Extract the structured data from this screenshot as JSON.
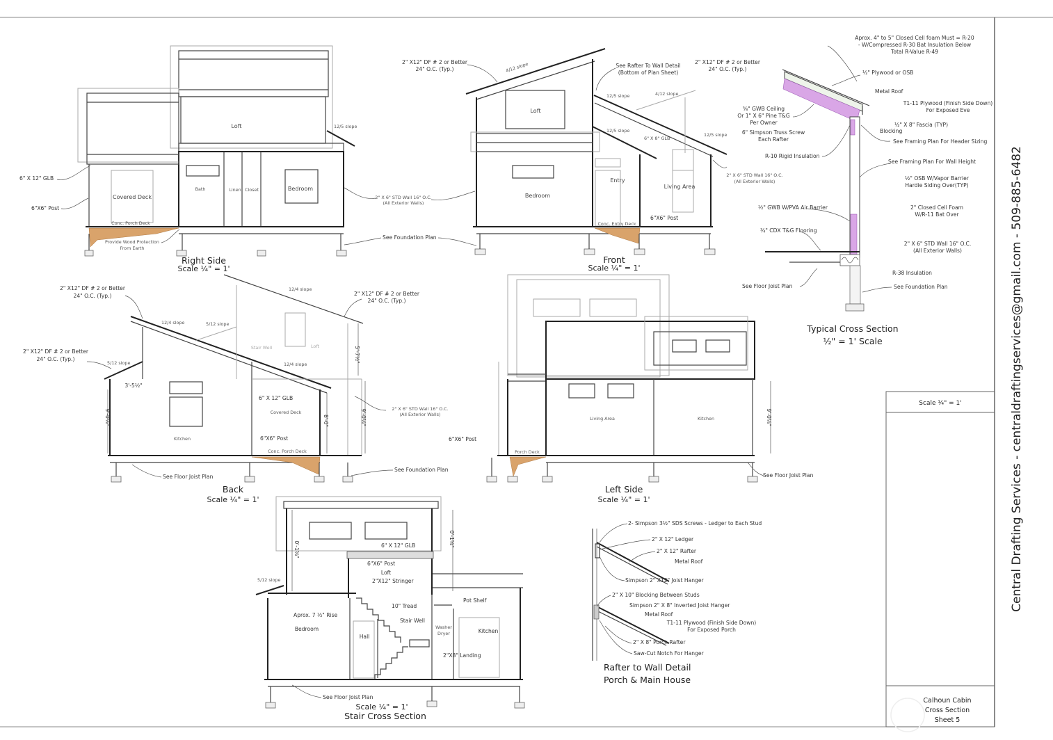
{
  "sheet": {
    "firm_banner": "Central Drafting Services - centraldraftingservices@gmail.com - 509-885-6482",
    "title_block": {
      "scale": "Scale ¼\" = 1'",
      "project": "Calhoun Cabin",
      "sheet_name": "Cross Section",
      "sheet_number": "Sheet 5"
    }
  },
  "views": {
    "right_side": {
      "title": "Right Side",
      "scale": "Scale ¼\" = 1'",
      "labels": [
        "6\" X 12\" GLB",
        "6\"X6\" Post",
        "Covered Deck",
        "Conc. Porch Deck",
        "Provide Wood Protection",
        "From Earth",
        "Loft",
        "Bath",
        "Linen",
        "Closet",
        "Bedroom"
      ],
      "slopes": [
        "12/5 slope"
      ]
    },
    "shared": {
      "labels": [
        "2\" X 6\" STD Wall 16\" O.C.",
        "(All Exterior Walls)",
        "See Foundation Plan"
      ]
    },
    "front": {
      "title": "Front",
      "scale": "Scale ¼\" = 1'",
      "labels": [
        "2\" X12\" DF # 2 or Better",
        "24\" O.C. (Typ.)",
        "See Rafter To Wall Detail",
        "(Bottom of Plan Sheet)",
        "2\" X12\" DF # 2 or Better",
        "24\" O.C. (Typ.)",
        "Loft",
        "Bedroom",
        "Entry",
        "Living Area",
        "6\" X 8\" GLB",
        "6\"X6\" Post",
        "Conc. Entry Deck",
        "2\" X 6\" STD Wall 16\" O.C.",
        "(All Exterior Walls)"
      ],
      "slopes": [
        "4/12 slope",
        "12/5 slope",
        "12/5 slope",
        "4/12 slope",
        "12/5 slope"
      ]
    },
    "typical_cross_section": {
      "title": "Typical Cross Section",
      "scale": "½\" = 1' Scale",
      "labels": [
        "Aprox. 4\" to 5\" Closed Cell foam Must = R-20",
        "- W/Compressed R-30 Bat Insulation Below",
        "Total R-Value R-49",
        "½\" Plywood or OSB",
        "Metal Roof",
        "T1-11 Plywood (Finish Side Down)",
        "For Exposed Eve",
        "⅝\" GWB Ceiling",
        "Or 1\" X 6\" Pine T&G",
        "Per Owner",
        "½\" X 8\" Fascia (TYP)",
        "Blocking",
        "6\" Simpson Truss Screw",
        "Each Rafter",
        "See Framing Plan For Header Sizing",
        "R-10 Rigid Insulation",
        "See Framing Plan For Wall Height",
        "½\" OSB W/Vapor Barrier",
        "Hardie Siding Over(TYP)",
        "½\" GWB W/PVA Air Barrier",
        "2\" Closed Cell Foam",
        "W/R-11 Bat Over",
        "¾\" CDX T&G Flooring",
        "2\" X 6\" STD Wall 16\" O.C.",
        "(All Exterior Walls)",
        "R-38 Insulation",
        "See Floor Joist Plan",
        "See Foundation Plan"
      ]
    },
    "back": {
      "title": "Back",
      "scale": "Scale ¼\" = 1'",
      "labels": [
        "2\" X12\" DF # 2 or Better",
        "24\" O.C. (Typ.)",
        "2\" X12\" DF # 2 or Better",
        "24\" O.C. (Typ.)",
        "2\" X12\" DF # 2 or Better",
        "24\" O.C. (Typ.)",
        "3'-5½\"",
        "9'-0⅛\"",
        "Kitchen",
        "Stair Well",
        "Loft",
        "6\" X 12\" GLB",
        "Covered Deck",
        "6\"X6\" Post",
        "Conc. Porch Deck",
        "8'-0\"",
        "9'-0⅛\"",
        "5'-7½\"",
        "See Floor Joist Plan",
        "See Foundation Plan",
        "2\" X 6\" STD Wall 16\" O.C.",
        "(All Exterior Walls)",
        "6\"X6\" Post"
      ],
      "slopes": [
        "12/4 slope",
        "5/12 slope",
        "12/4 slope",
        "12/4 slope",
        "5/12 slope"
      ]
    },
    "left_side": {
      "title": "Left Side",
      "scale": "Scale ¼\" = 1'",
      "labels": [
        "Living Area",
        "Kitchen",
        "Porch Deck",
        "9'-0⅛\"",
        "See Floor Joist Plan"
      ]
    },
    "stair_cross_section": {
      "title": "Stair Cross Section",
      "scale": "Scale ¼\" = 1'",
      "labels": [
        "6\" X 12\" GLB",
        "6\"X6\" Post",
        "Loft",
        "2\"X12\" Stringer",
        "Pot Shelf",
        "10\" Tread",
        "Aprox. 7 ½\" Rise",
        "Bedroom",
        "Stair Well",
        "Washer",
        "Dryer",
        "Kitchen",
        "Hall",
        "2\"X8\" Landing",
        "See Floor Joist Plan",
        "0'-1⅝\"",
        "0'-1⅝\""
      ],
      "slopes": [
        "5/12 slope"
      ]
    },
    "rafter_detail": {
      "title": "Rafter to Wall Detail",
      "subtitle": "Porch & Main House",
      "labels": [
        "2- Simpson 3½\" SDS Screws - Ledger to Each Stud",
        "2\" X 12\" Ledger",
        "2\" X 12\" Rafter",
        "Metal Roof",
        "Simpson 2\" X12\" Joist Hanger",
        "2\" X 10\" Blocking Between Studs",
        "Simpson 2\" X 8\" Inverted Joist Hanger",
        "Metal Roof",
        "T1-11 Plywood (Finish Side Down)",
        "For Exposed Porch",
        "2\" X 8\" Porch Rafter",
        "Saw-Cut Notch For Hanger"
      ]
    }
  },
  "colors": {
    "insulation": "#d9a6e6",
    "earth_protection": "#d9a36b",
    "line": "#444444"
  }
}
